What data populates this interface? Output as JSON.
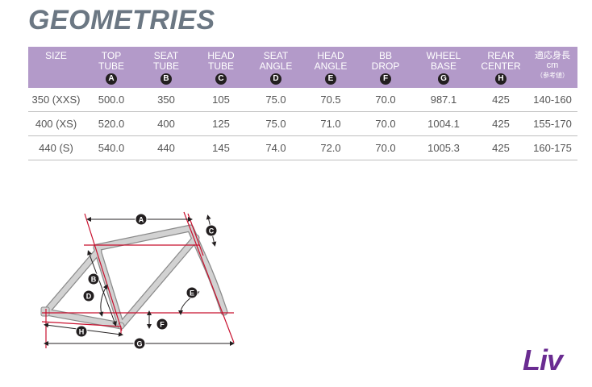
{
  "title": "GEOMETRIES",
  "headers": [
    {
      "lines": [
        "SIZE"
      ],
      "letter": ""
    },
    {
      "lines": [
        "TOP",
        "TUBE"
      ],
      "letter": "A"
    },
    {
      "lines": [
        "SEAT",
        "TUBE"
      ],
      "letter": "B"
    },
    {
      "lines": [
        "HEAD",
        "TUBE"
      ],
      "letter": "C"
    },
    {
      "lines": [
        "SEAT",
        "ANGLE"
      ],
      "letter": "D"
    },
    {
      "lines": [
        "HEAD",
        "ANGLE"
      ],
      "letter": "E"
    },
    {
      "lines": [
        "BB",
        "DROP"
      ],
      "letter": "F"
    },
    {
      "lines": [
        "WHEEL",
        "BASE"
      ],
      "letter": "G"
    },
    {
      "lines": [
        "REAR",
        "CENTER"
      ],
      "letter": "H"
    }
  ],
  "jp_header": {
    "line1": "適応身長",
    "line2": "cm",
    "note": "（参考値）"
  },
  "rows": [
    [
      "350 (XXS)",
      "500.0",
      "350",
      "105",
      "75.0",
      "70.5",
      "70.0",
      "987.1",
      "425",
      "140-160"
    ],
    [
      "400 (XS)",
      "520.0",
      "400",
      "125",
      "75.0",
      "71.0",
      "70.0",
      "1004.1",
      "425",
      "155-170"
    ],
    [
      "440 (S)",
      "540.0",
      "440",
      "145",
      "74.0",
      "72.0",
      "70.0",
      "1005.3",
      "425",
      "160-175"
    ]
  ],
  "diagram_labels": {
    "A": "A",
    "B": "B",
    "C": "C",
    "D": "D",
    "E": "E",
    "F": "F",
    "G": "G",
    "H": "H"
  },
  "logo": "Liv",
  "colors": {
    "header_bg": "#b39ac9",
    "title": "#6b7783",
    "measure_red": "#c8102e",
    "frame_gray": "#c9c9c9",
    "logo": "#6a2c91"
  }
}
